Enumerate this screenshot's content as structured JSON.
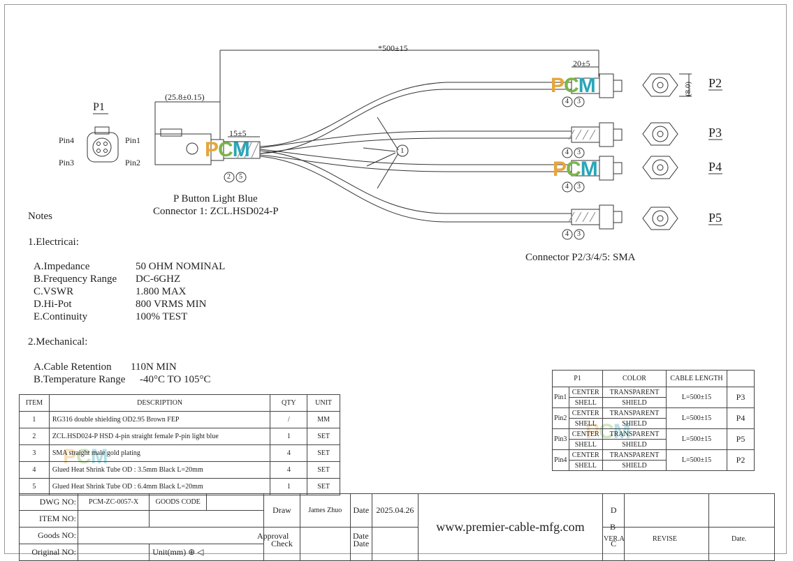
{
  "labels": {
    "p1": "P1",
    "p2": "P2",
    "p3": "P3",
    "p4": "P4",
    "p5": "P5",
    "pin4": "Pin4",
    "pin1": "Pin1",
    "pin3": "Pin3",
    "pin2": "Pin2",
    "dim_total": "*500±15",
    "dim_20": "20±5",
    "dim_8": "(8.0)",
    "dim_258": "(25.8±0.15)",
    "dim_15": "15±5",
    "bubble_1": "1",
    "bubble_2": "2",
    "bubble_3": "3",
    "bubble_4": "4",
    "bubble_5": "5",
    "conn1_a": "P Button Light Blue",
    "conn1_b": "Connector 1: ZCL.HSD024-P",
    "conn_p": "Connector P2/3/4/5: SMA",
    "watermark": {
      "p": "P",
      "c": "C",
      "m": "M"
    }
  },
  "notes": {
    "title": "Notes",
    "elec_title": "1.Electricai:",
    "elec": [
      {
        "k": "A.Impedance",
        "v": "50 OHM NOMINAL"
      },
      {
        "k": "B.Frequency Range",
        "v": "DC-6GHZ"
      },
      {
        "k": "C.VSWR",
        "v": "1.800 MAX"
      },
      {
        "k": "D.Hi-Pot",
        "v": "800 VRMS MIN"
      },
      {
        "k": "E.Continuity",
        "v": "100% TEST"
      }
    ],
    "mech_title": "2.Mechanical:",
    "mech": [
      {
        "k": "A.Cable Retention",
        "v": "110N MIN"
      },
      {
        "k": "B.Temperature Range",
        "v": "-40°C TO 105°C"
      }
    ]
  },
  "bom": {
    "headers": [
      "ITEM",
      "DESCRIPTION",
      "QTY",
      "UNIT"
    ],
    "rows": [
      [
        "1",
        "RG316 double shielding OD2.95 Brown FEP",
        "/",
        "MM"
      ],
      [
        "2",
        "ZCL.HSD024-P HSD 4-pin straight female P-pin light blue",
        "1",
        "SET"
      ],
      [
        "3",
        "SMA straight male gold plating",
        "4",
        "SET"
      ],
      [
        "4",
        "Glued Heat Shrink Tube OD : 3.5mm Black L=20mm",
        "4",
        "SET"
      ],
      [
        "5",
        "Glued Heat Shrink Tube OD : 6.4mm Black L=20mm",
        "1",
        "SET"
      ]
    ]
  },
  "pin_table": {
    "headers": [
      "P1",
      "COLOR",
      "CABLE LENGTH",
      ""
    ],
    "rows": [
      {
        "pin": "Pin1",
        "center": "CENTER",
        "shell": "SHELL",
        "c1": "TRANSPARENT",
        "c2": "SHIELD",
        "len": "L=500±15",
        "to": "P3"
      },
      {
        "pin": "Pin2",
        "center": "CENTER",
        "shell": "SHELL",
        "c1": "TRANSPARENT",
        "c2": "SHIELD",
        "len": "L=500±15",
        "to": "P4"
      },
      {
        "pin": "Pin3",
        "center": "CENTER",
        "shell": "SHELL",
        "c1": "TRANSPARENT",
        "c2": "SHIELD",
        "len": "L=500±15",
        "to": "P5"
      },
      {
        "pin": "Pin4",
        "center": "CENTER",
        "shell": "SHELL",
        "c1": "TRANSPARENT",
        "c2": "SHIELD",
        "len": "L=500±15",
        "to": "P2"
      }
    ]
  },
  "title_block": {
    "dwg_no_label": "DWG NO:",
    "dwg_no": "PCM-ZC-0057-X",
    "goods_code": "GOODS CODE",
    "item_no_label": "ITEM NO:",
    "goods_no_label": "Goods NO:",
    "original_no_label": "Original NO:",
    "unit": "Unit(mm)",
    "draw": "Draw",
    "drawer": "James Zhuo",
    "date_label": "Date",
    "date": "2025.04.26",
    "check": "Check",
    "approval": "Approval",
    "website": "www.premier-cable-mfg.com",
    "rev_d": "D",
    "rev_c": "C",
    "rev_b": "B",
    "ver": "VER.A",
    "revise": "REVISE",
    "rev_date": "Date."
  }
}
